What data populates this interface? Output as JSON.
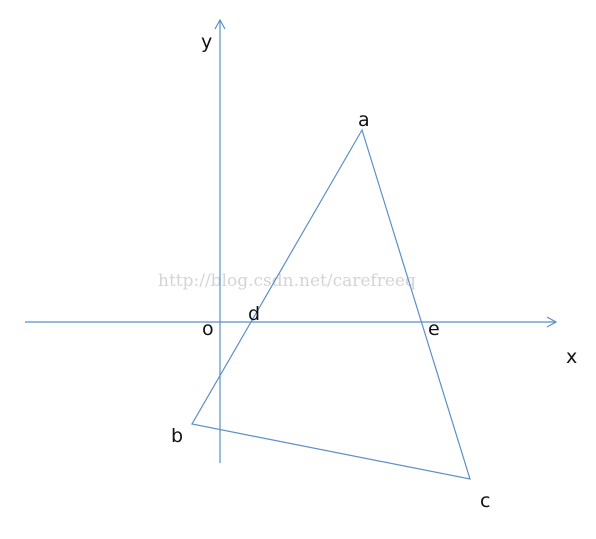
{
  "diagram": {
    "axis_labels": {
      "x": "x",
      "y": "y",
      "origin": "o"
    },
    "vertices": {
      "a": "a",
      "b": "b",
      "c": "c"
    },
    "intersections": {
      "d": "d",
      "e": "e"
    },
    "watermark": "http://blog.csdn.net/carefreeq",
    "colors": {
      "line": "#5b8fc9",
      "text": "#111111",
      "watermark": "#d4d4d4"
    }
  }
}
